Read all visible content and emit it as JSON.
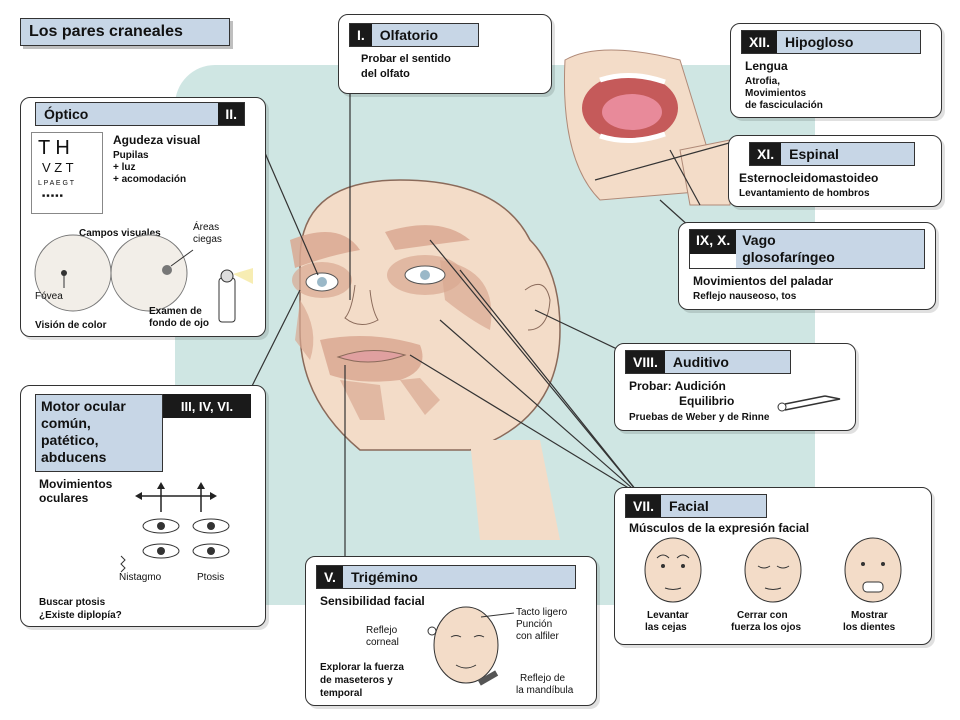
{
  "title": "Los pares craneales",
  "olfatorio": {
    "num": "I.",
    "name": "Olfatorio",
    "line1": "Probar el sentido",
    "line2": "del olfato"
  },
  "optico": {
    "num": "II.",
    "name": "Óptico",
    "chart_rows": [
      "T H",
      "V Z T",
      "L P A E G T",
      "■ ■ ■ ■ ■"
    ],
    "agudeza": "Agudeza visual",
    "pupilas": "Pupilas",
    "luz": "+ luz",
    "acomodacion": "+ acomodación",
    "campos": "Campos visuales",
    "areas1": "Áreas",
    "areas2": "ciegas",
    "fovea": "Fóvea",
    "examen1": "Examen de",
    "examen2": "fondo de ojo",
    "vision_color": "Visión de color"
  },
  "motor": {
    "num": "III, IV, VI.",
    "name1": "Motor ocular",
    "name2": "común,",
    "name3": "patético,",
    "name4": "abducens",
    "mov1": "Movimientos",
    "mov2": "oculares",
    "nistagmo": "Nistagmo",
    "ptosis": "Ptosis",
    "buscar": "Buscar ptosis",
    "diplopia": "¿Existe diplopía?"
  },
  "trigemino": {
    "num": "V.",
    "name": "Trigémino",
    "sens": "Sensibilidad facial",
    "tacto1": "Tacto ligero",
    "tacto2": "Punción",
    "tacto3": "con alfiler",
    "reflejo1": "Reflejo",
    "reflejo2": "corneal",
    "explorar1": "Explorar la fuerza",
    "explorar2": "de maseteros y",
    "explorar3": "temporal",
    "mand1": "Reflejo de",
    "mand2": "la mandíbula"
  },
  "hipogloso": {
    "num": "XII.",
    "name": "Hipogloso",
    "l1": "Lengua",
    "l2": "Atrofia,",
    "l3": "Movimientos",
    "l4": "de fasciculación"
  },
  "espinal": {
    "num": "XI.",
    "name": "Espinal",
    "l1": "Esternocleidomastoideo",
    "l2": "Levantamiento de hombros"
  },
  "vago": {
    "num": "IX, X.",
    "name1": "Vago",
    "name2": "glosofaríngeo",
    "l1": "Movimientos del paladar",
    "l2": "Reflejo nauseoso, tos"
  },
  "auditivo": {
    "num": "VIII.",
    "name": "Auditivo",
    "l1": "Probar: Audición",
    "l2": "Equilibrio",
    "l3": "Pruebas de Weber y de Rinne"
  },
  "facial": {
    "num": "VII.",
    "name": "Facial",
    "sub": "Músculos de la expresión facial",
    "f1a": "Levantar",
    "f1b": "las cejas",
    "f2a": "Cerrar con",
    "f2b": "fuerza los ojos",
    "f3a": "Mostrar",
    "f3b": "los dientes"
  },
  "colors": {
    "header_fill": "#c7d6e6",
    "number_fill": "#1a1a1a",
    "backdrop": "#cfe6e3",
    "skin": "#f3dcc8",
    "muscle": "#d9a892"
  }
}
